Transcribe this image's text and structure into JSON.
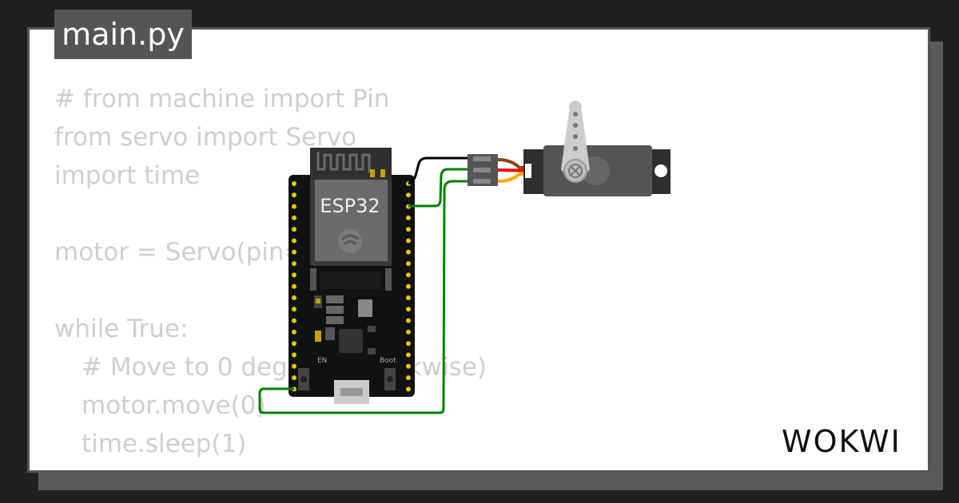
{
  "tab": {
    "filename": "main.py"
  },
  "code_lines": [
    "# from machine import Pin",
    "from servo import Servo",
    "import time",
    "",
    "motor = Servo(pin=22)",
    "",
    "while True:",
    "# Move to 0 degrees (clockwise)",
    "motor.move(0)",
    "time.sleep(1)"
  ],
  "board": {
    "label": "ESP32",
    "en_label": "EN",
    "boot_label": "Boot"
  },
  "brand": {
    "logo": "WOKWI"
  },
  "colors": {
    "wire_gnd": "#000000",
    "wire_signal": "#008000",
    "servo_brown": "#8b4513",
    "servo_red": "#ff0000",
    "servo_orange": "#ffa500",
    "board": "#111111"
  }
}
